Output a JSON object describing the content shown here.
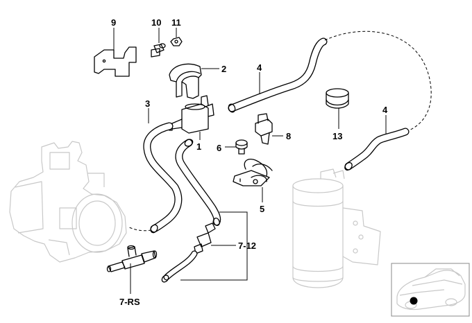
{
  "callouts": {
    "c9": "9",
    "c10": "10",
    "c11": "11",
    "c2": "2",
    "c4a": "4",
    "c4b": "4",
    "c3": "3",
    "c1": "1",
    "c6": "6",
    "c8": "8",
    "c13": "13",
    "c5": "5",
    "c7_12a": "7",
    "c7_12sep": "-",
    "c7_12b": "12",
    "c7rs": "7-RS"
  },
  "colors": {
    "line": "#000000",
    "ghost": "#c8c8c8",
    "background": "#ffffff",
    "thumb_border": "#888888"
  }
}
